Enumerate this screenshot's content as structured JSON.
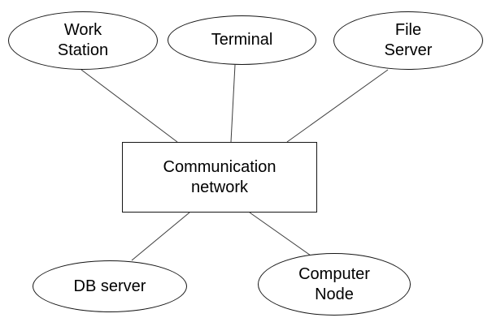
{
  "diagram": {
    "nodes": [
      {
        "id": "work-station",
        "shape": "ellipse",
        "lines": [
          "Work",
          "Station"
        ]
      },
      {
        "id": "terminal",
        "shape": "ellipse",
        "lines": [
          "Terminal"
        ]
      },
      {
        "id": "file-server",
        "shape": "ellipse",
        "lines": [
          "File",
          "Server"
        ]
      },
      {
        "id": "communication-network",
        "shape": "rectangle",
        "lines": [
          "Communication",
          "network"
        ]
      },
      {
        "id": "db-server",
        "shape": "ellipse",
        "lines": [
          "DB server"
        ]
      },
      {
        "id": "computer-node",
        "shape": "ellipse",
        "lines": [
          "Computer",
          "Node"
        ]
      }
    ],
    "edges": [
      {
        "from": "work-station",
        "to": "communication-network"
      },
      {
        "from": "terminal",
        "to": "communication-network"
      },
      {
        "from": "file-server",
        "to": "communication-network"
      },
      {
        "from": "communication-network",
        "to": "db-server"
      },
      {
        "from": "communication-network",
        "to": "computer-node"
      }
    ],
    "colors": {
      "node_stroke": "#161616",
      "edge_stroke": "#3c3c3c",
      "background": "#ffffff"
    }
  }
}
